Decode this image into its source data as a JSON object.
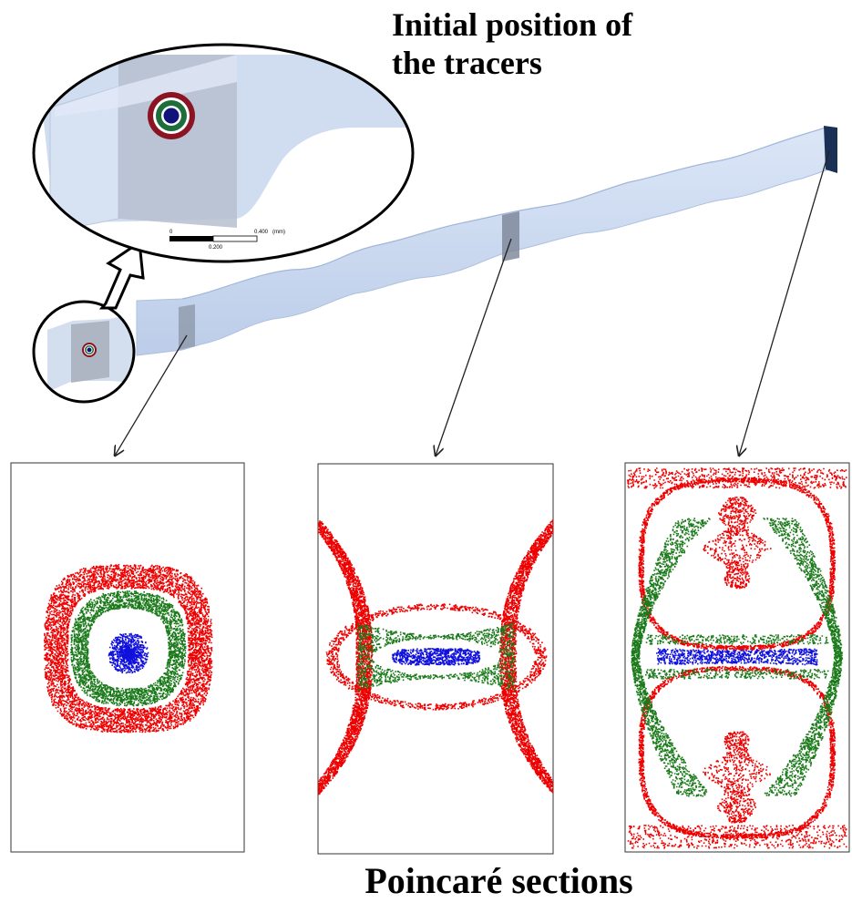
{
  "top_label": {
    "line1": "Initial position of",
    "line2": "the tracers"
  },
  "bottom_label": "Poincaré  sections",
  "scale_bar": {
    "left_tick": "0",
    "right_tick": "0.400",
    "unit": "(mm)",
    "mid_tick": "0.200"
  },
  "colors": {
    "outer_ring": "#ee0000",
    "middle_ring": "#1a7a1a",
    "inner_core": "#1010dd",
    "channel_fill": "#c9d8f0",
    "channel_edge": "#a9bde0",
    "outlet_face": "#1a3055"
  },
  "panels": [
    {
      "id": "inlet-section",
      "pattern": "concentric-rings"
    },
    {
      "id": "middle-section",
      "pattern": "hourglass"
    },
    {
      "id": "outlet-section",
      "pattern": "chaotic-mixing"
    }
  ]
}
